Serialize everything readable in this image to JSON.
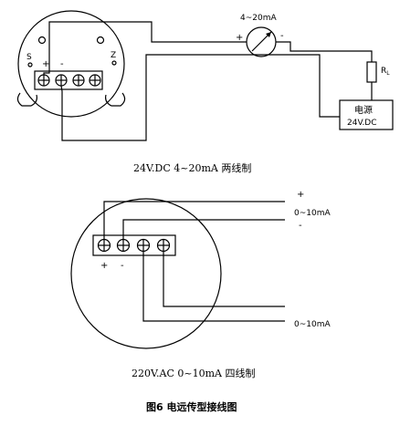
{
  "diagram1": {
    "meter_label": "4~20mA",
    "meter_plus": "+",
    "meter_minus": "-",
    "terminal_labels": [
      "S",
      "+",
      "-",
      "Z"
    ],
    "resistor_label": "R",
    "resistor_sub": "L",
    "supply_line1": "电源",
    "supply_line2": "24V.DC",
    "caption": "24V.DC 4~20mA  两线制"
  },
  "diagram2": {
    "out_plus": "+",
    "out_range_top": "0~10mA",
    "out_minus": "-",
    "out_range_bottom": "0~10mA",
    "term_plus": "+",
    "term_minus": "-",
    "caption": "220V.AC 0~10mA  四线制"
  },
  "figure_caption": "图6 电远传型接线图"
}
